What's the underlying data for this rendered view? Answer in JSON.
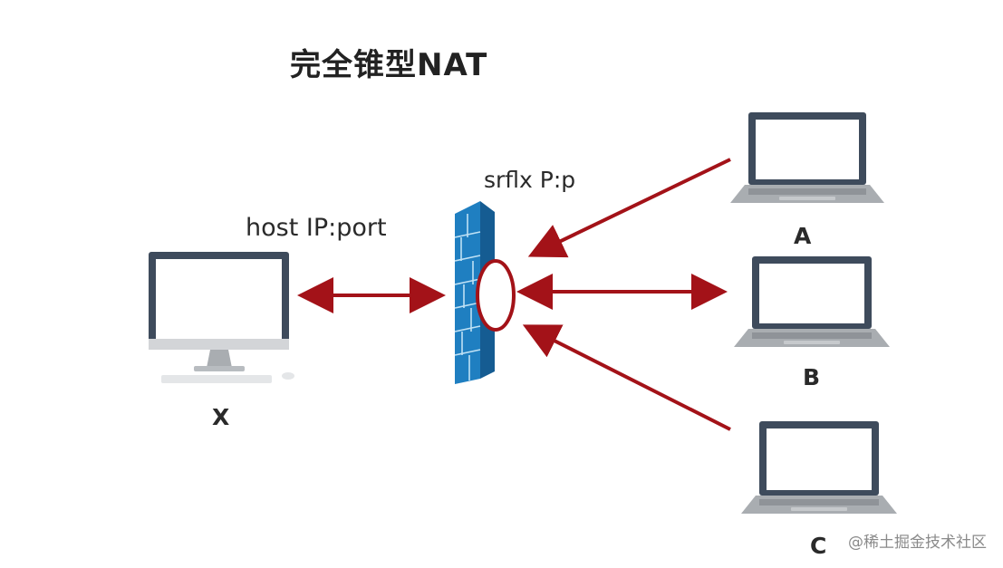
{
  "diagram": {
    "title": "完全锥型NAT",
    "host_label": "host IP:port",
    "nat_label": "srflx P:p",
    "nodes": {
      "x": "X",
      "a": "A",
      "b": "B",
      "c": "C"
    },
    "colors": {
      "arrow": "#a31218",
      "firewall": "#1f7fc1",
      "firewall_mortar": "#bfe1f5",
      "device_frame": "#3e4b5c",
      "device_base": "#a9adb1"
    }
  },
  "watermark": "@稀土掘金技术社区"
}
